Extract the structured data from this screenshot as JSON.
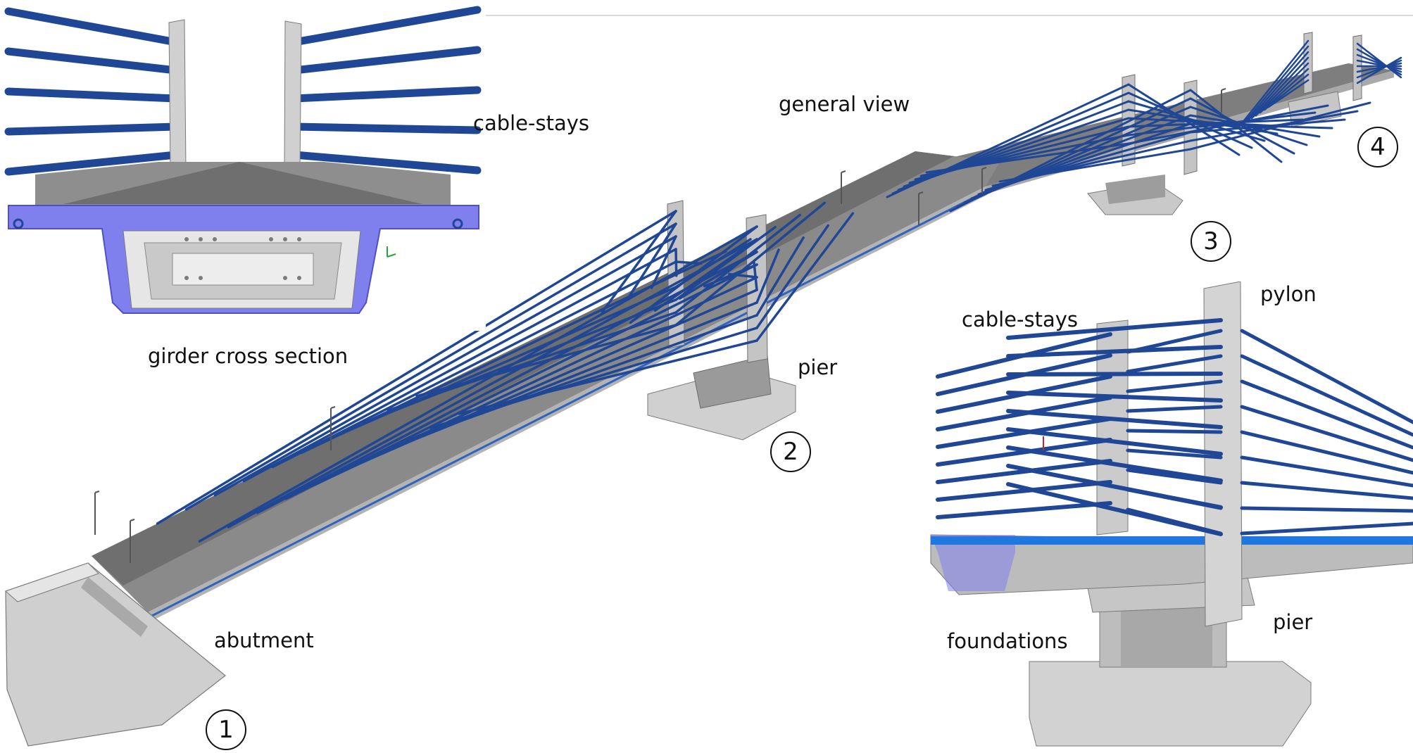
{
  "labels": {
    "general_view": "general view",
    "cable_stays_top": "cable-stays",
    "girder_cross_section": "girder cross section",
    "pier_general": "pier",
    "abutment": "abutment",
    "cable_stays_detail": "cable-stays",
    "pylon": "pylon",
    "foundations": "foundations",
    "pier_detail": "pier"
  },
  "support_numbers": [
    "1",
    "2",
    "3",
    "4"
  ],
  "colors": {
    "cable": "#1f4796",
    "cable_light": "#2f63c0",
    "section_highlight": "#7f80ee",
    "concrete_light": "#d6d6d6",
    "concrete_mid": "#b8b8b8",
    "concrete_dark": "#8a8a8a",
    "deck": "#7b7b7b",
    "deck_detail_blue": "#1f78e0"
  }
}
